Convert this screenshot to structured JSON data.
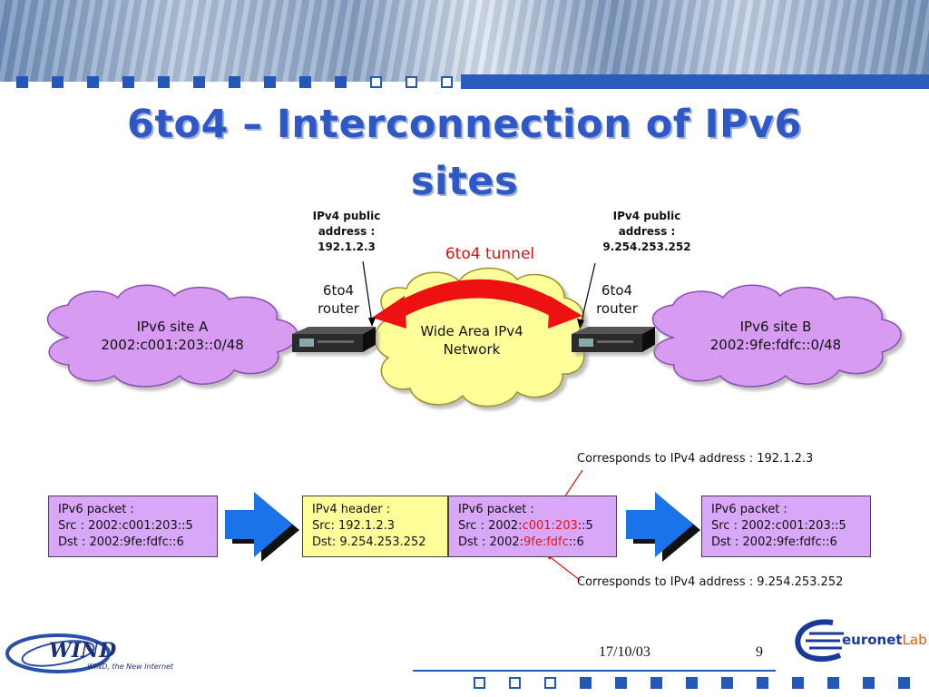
{
  "slide": {
    "title_line1": "6to4 – Interconnection of IPv6",
    "title_line2": "sites",
    "date": "17/10/03",
    "page_number": "9"
  },
  "diagram": {
    "site_a": {
      "name": "IPv6 site A",
      "prefix": "2002:c001:203::0/48"
    },
    "site_b": {
      "name": "IPv6 site B",
      "prefix": "2002:9fe:fdfc::0/48"
    },
    "wan": {
      "line1": "Wide Area IPv4",
      "line2": "Network"
    },
    "tunnel_label": "6to4 tunnel",
    "router_a": {
      "line1": "6to4",
      "line2": "router"
    },
    "router_b": {
      "line1": "6to4",
      "line2": "router"
    },
    "ipv4_a": {
      "line1": "IPv4 public",
      "line2": "address :",
      "line3": "192.1.2.3"
    },
    "ipv4_b": {
      "line1": "IPv4 public",
      "line2": "address :",
      "line3": "9.254.253.252"
    }
  },
  "packets": {
    "left": {
      "title": "IPv6 packet :",
      "src": "Src : 2002:c001:203::5",
      "dst": "Dst : 2002:9fe:fdfc::6"
    },
    "ipv4_header": {
      "title": "IPv4 header :",
      "src": "Src: 192.1.2.3",
      "dst": "Dst: 9.254.253.252"
    },
    "middle": {
      "title": "IPv6 packet :",
      "src_prefix": "Src : 2002:",
      "src_highlight": "c001:203",
      "src_suffix": "::5",
      "dst_prefix": "Dst : 2002:",
      "dst_highlight": "9fe:fdfc",
      "dst_suffix": "::6"
    },
    "right": {
      "title": "IPv6 packet :",
      "src": "Src : 2002:c001:203::5",
      "dst": "Dst : 2002:9fe:fdfc::6"
    },
    "note_top": "Corresponds to IPv4 address : 192.1.2.3",
    "note_bottom": "Corresponds to IPv4 address : 9.254.253.252"
  },
  "logos": {
    "left_logo_text": "WIND",
    "left_logo_tagline": "WIND, the New Internet",
    "right_logo_text": "euronet",
    "right_logo_suffix": "Lab"
  },
  "colors": {
    "title": "#2f58c7",
    "accent_blue": "#2458b8",
    "cloud_purple": "#d79cf2",
    "cloud_yellow": "#ffff99",
    "packet_purple": "#d8a7f8",
    "header_yellow": "#ffff99",
    "tunnel_red": "#ee1111",
    "arrow_blue": "#1a73e8"
  },
  "icons": [
    "router-icon",
    "router-icon",
    "tunnel-arrow-icon",
    "blue-arrow-icon",
    "blue-arrow-icon"
  ]
}
